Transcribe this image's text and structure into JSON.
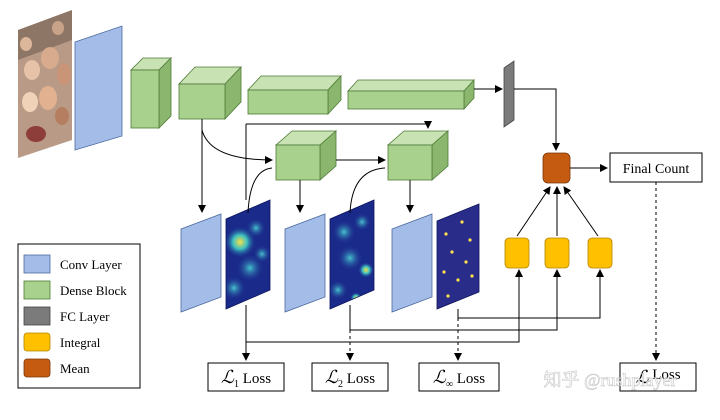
{
  "legend": {
    "items": [
      {
        "label": "Conv Layer",
        "color": "#a4bde8"
      },
      {
        "label": "Dense Block",
        "color": "#a9d18e"
      },
      {
        "label": "FC Layer",
        "color": "#7b7b7b"
      },
      {
        "label": "Integral",
        "color": "#ffc000"
      },
      {
        "label": "Mean",
        "color": "#c55a11"
      }
    ]
  },
  "output": {
    "final_count_label": "Final Count"
  },
  "losses": {
    "l1": {
      "symbol": "ℒ",
      "sub": "1",
      "text": " Loss"
    },
    "l2": {
      "symbol": "ℒ",
      "sub": "2",
      "text": " Loss"
    },
    "linf": {
      "symbol": "ℒ",
      "sub": "∞",
      "text": " Loss"
    },
    "final": {
      "symbol": "ℒ",
      "sub": "",
      "text": " Loss"
    }
  },
  "watermark": {
    "text": "知乎 @rushplayer"
  },
  "colors": {
    "conv": "#a4bde8",
    "dense": "#a9d18e",
    "fc": "#7b7b7b",
    "integral": "#ffc000",
    "mean": "#c55a11",
    "heatmap_bg": "#1a2a8a"
  },
  "icons": {
    "input_image": "crowd-photo-icon"
  }
}
